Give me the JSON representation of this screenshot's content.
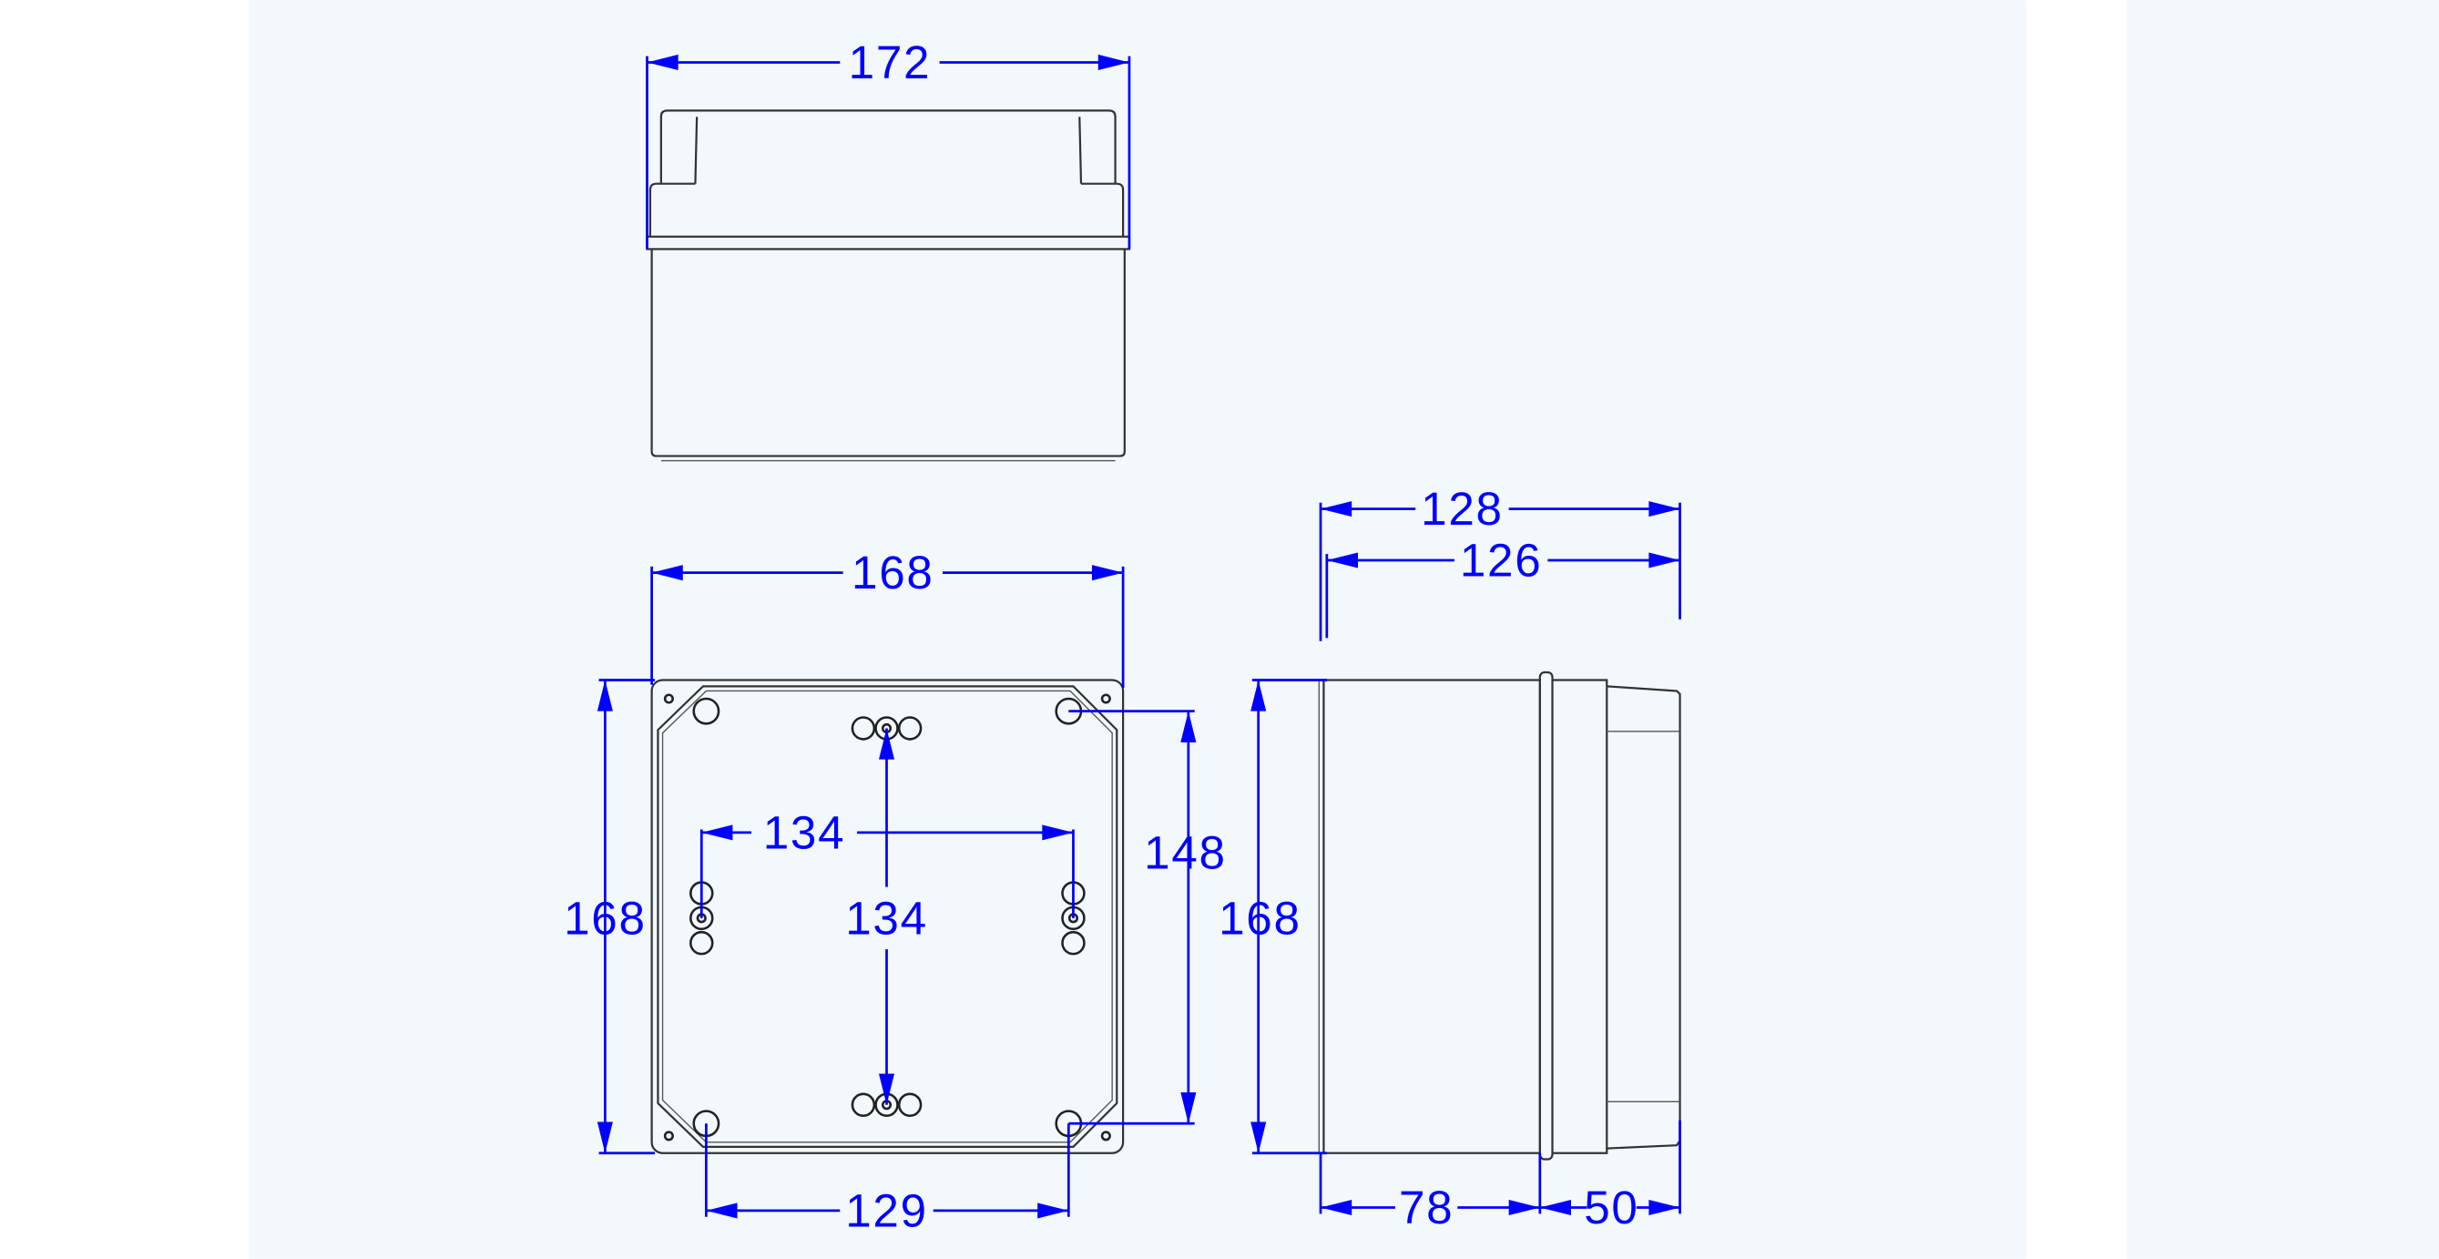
{
  "drawing": {
    "title": "Enclosure dimension drawing",
    "colors": {
      "dimension": "#0000ff",
      "outline": "#333333",
      "panel": "#f3f8fd",
      "background": "#ffffff"
    },
    "top_view": {
      "width": "172"
    },
    "front_view": {
      "overall_width": "168",
      "overall_height": "168",
      "hole_spacing_horizontal": "134",
      "hole_spacing_vertical": "134",
      "mount_spacing_vertical": "148",
      "mount_spacing_horizontal": "129"
    },
    "side_view": {
      "depth_overall": "128",
      "depth_inner": "126",
      "height": "168",
      "base_depth": "78",
      "lid_depth": "50"
    }
  }
}
